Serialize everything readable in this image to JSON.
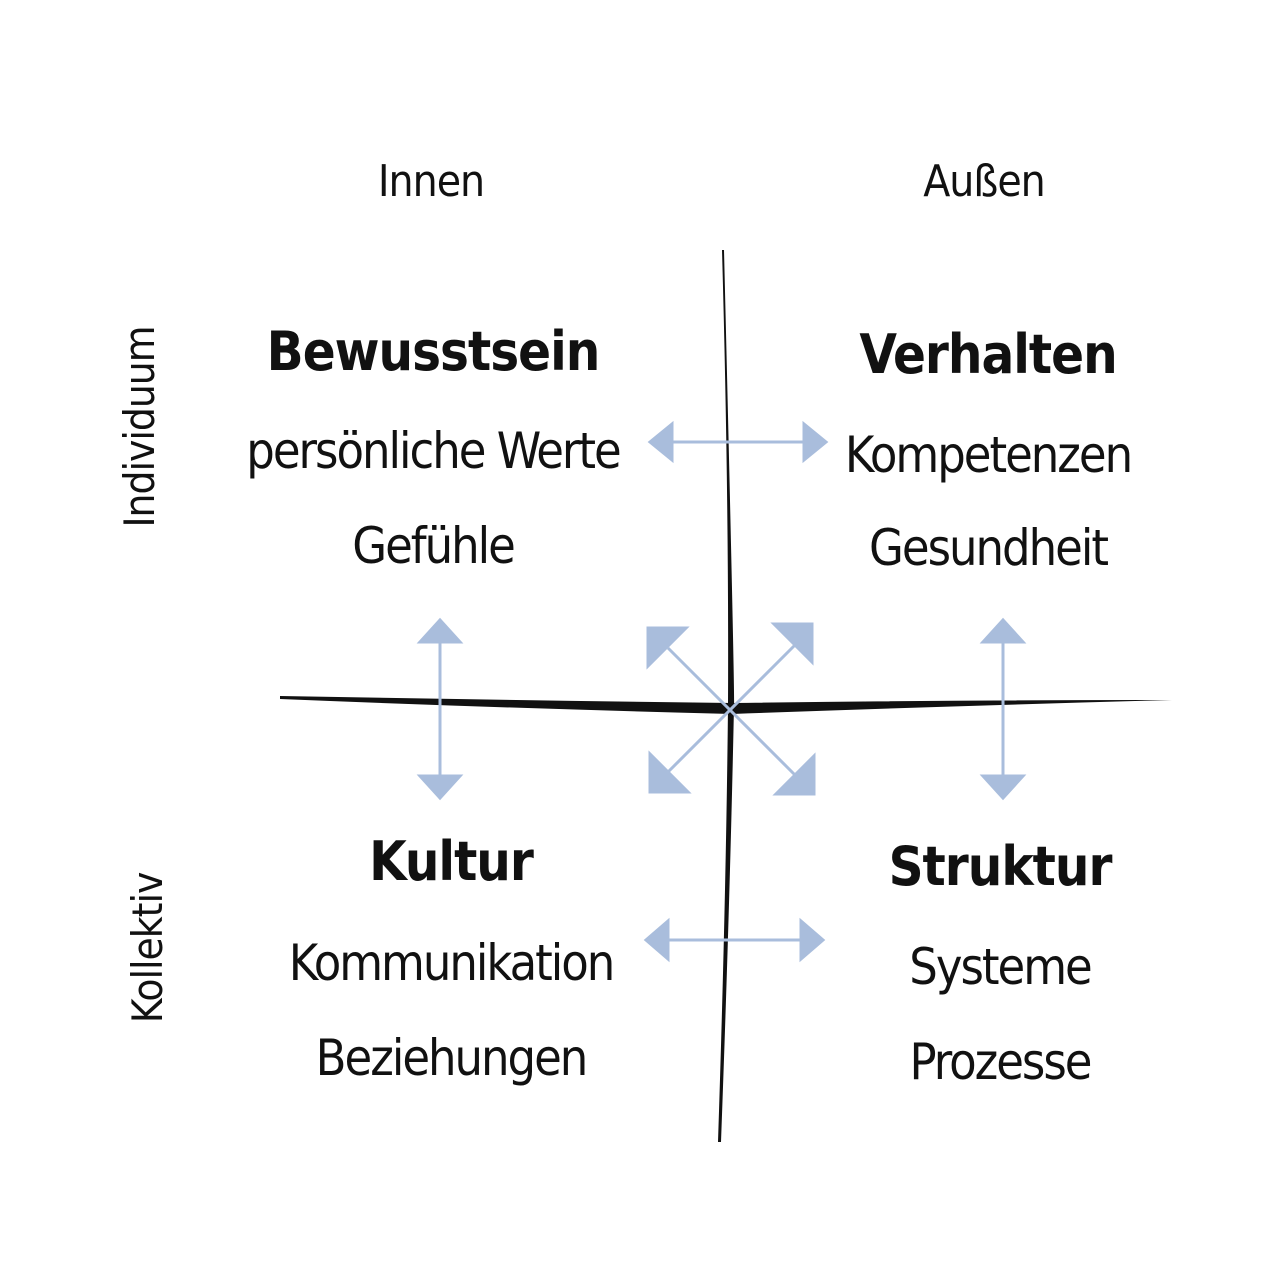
{
  "columns": {
    "left": "Innen",
    "right": "Außen"
  },
  "rows": {
    "top": "Individuum",
    "bottom": "Kollektiv"
  },
  "quadrants": {
    "top_left": {
      "title": "Bewusstsein",
      "items": [
        "persönliche Werte",
        "Gefühle"
      ]
    },
    "top_right": {
      "title": "Verhalten",
      "items": [
        "Kompetenzen",
        "Gesundheit"
      ]
    },
    "bottom_left": {
      "title": "Kultur",
      "items": [
        "Kommunikation",
        "Beziehungen"
      ]
    },
    "bottom_right": {
      "title": "Struktur",
      "items": [
        "Systeme",
        "Prozesse"
      ]
    }
  },
  "colors": {
    "axis": "#111111",
    "arrow": "#a9bddc",
    "text": "#111111",
    "background": "#ffffff"
  }
}
